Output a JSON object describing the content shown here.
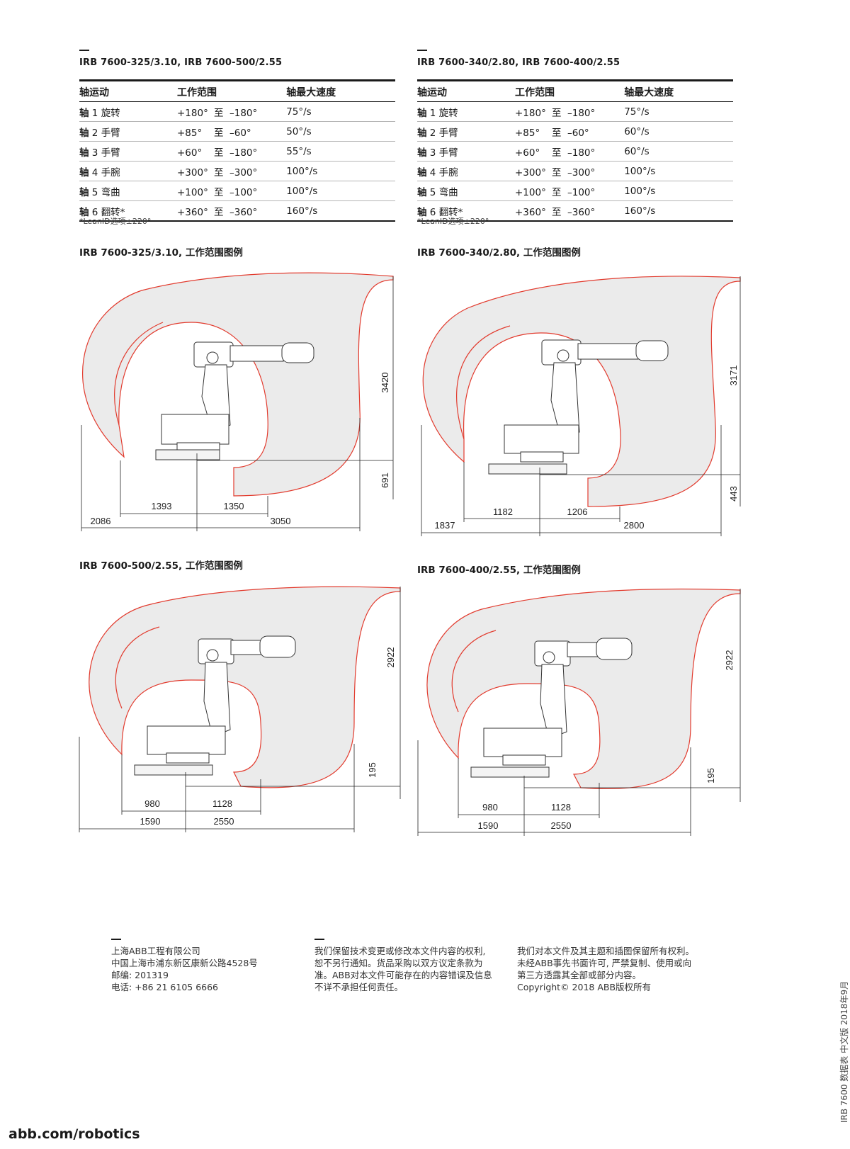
{
  "spec_tables": [
    {
      "title": "IRB 7600-325/3.10, IRB 7600-500/2.55",
      "headers": [
        "轴运动",
        "工作范围",
        "轴最大速度"
      ],
      "rows": [
        {
          "axis": "轴",
          "num": "1",
          "name": "旋转",
          "r1": "+180°",
          "to": "至",
          "r2": "–180°",
          "speed": "75°/s"
        },
        {
          "axis": "轴",
          "num": "2",
          "name": "手臂",
          "r1": "+85°",
          "to": "至",
          "r2": "–60°",
          "speed": "50°/s"
        },
        {
          "axis": "轴",
          "num": "3",
          "name": "手臂",
          "r1": "+60°",
          "to": "至",
          "r2": "–180°",
          "speed": "55°/s"
        },
        {
          "axis": "轴",
          "num": "4",
          "name": "手腕",
          "r1": "+300°",
          "to": "至",
          "r2": "–300°",
          "speed": "100°/s"
        },
        {
          "axis": "轴",
          "num": "5",
          "name": "弯曲",
          "r1": "+100°",
          "to": "至",
          "r2": "–100°",
          "speed": "100°/s"
        },
        {
          "axis": "轴",
          "num": "6",
          "name": "翻转*",
          "r1": "+360°",
          "to": "至",
          "r2": "–360°",
          "speed": "160°/s"
        }
      ],
      "note": "*LeanID选项±220°"
    },
    {
      "title": "IRB 7600-340/2.80, IRB 7600-400/2.55",
      "headers": [
        "轴运动",
        "工作范围",
        "轴最大速度"
      ],
      "rows": [
        {
          "axis": "轴",
          "num": "1",
          "name": "旋转",
          "r1": "+180°",
          "to": "至",
          "r2": "–180°",
          "speed": "75°/s"
        },
        {
          "axis": "轴",
          "num": "2",
          "name": "手臂",
          "r1": "+85°",
          "to": "至",
          "r2": "–60°",
          "speed": "60°/s"
        },
        {
          "axis": "轴",
          "num": "3",
          "name": "手臂",
          "r1": "+60°",
          "to": "至",
          "r2": "–180°",
          "speed": "60°/s"
        },
        {
          "axis": "轴",
          "num": "4",
          "name": "手腕",
          "r1": "+300°",
          "to": "至",
          "r2": "–300°",
          "speed": "100°/s"
        },
        {
          "axis": "轴",
          "num": "5",
          "name": "弯曲",
          "r1": "+100°",
          "to": "至",
          "r2": "–100°",
          "speed": "100°/s"
        },
        {
          "axis": "轴",
          "num": "6",
          "name": "翻转*",
          "r1": "+360°",
          "to": "至",
          "r2": "–360°",
          "speed": "160°/s"
        }
      ],
      "note": "*LeanID选项±220°"
    }
  ],
  "diagrams": [
    {
      "title": "IRB 7600-325/3.10, 工作范围图例",
      "height": "3420",
      "base": "691",
      "inner_left": "1393",
      "inner_right": "1350",
      "outer_left": "2086",
      "outer_right": "3050"
    },
    {
      "title": "IRB 7600-340/2.80, 工作范围图例",
      "height": "3171",
      "base": "443",
      "inner_left": "1182",
      "inner_right": "1206",
      "outer_left": "1837",
      "outer_right": "2800"
    },
    {
      "title": "IRB 7600-500/2.55, 工作范围图例",
      "height": "2922",
      "base": "195",
      "inner_left": "980",
      "inner_right": "1128",
      "outer_left": "1590",
      "outer_right": "2550"
    },
    {
      "title": "IRB 7600-400/2.55, 工作范围图例",
      "height": "2922",
      "base": "195",
      "inner_left": "980",
      "inner_right": "1128",
      "outer_left": "1590",
      "outer_right": "2550"
    }
  ],
  "colors": {
    "envelope_stroke": "#e23b2e",
    "envelope_fill": "#ebebeb",
    "robot": "#333333"
  },
  "footer": {
    "company": [
      "上海ABB工程有限公司",
      "中国上海市浦东新区康新公路4528号",
      "邮编: 201319",
      "电话: +86 21 6105 6666"
    ],
    "disclaimer": [
      "我们保留技术变更或修改本文件内容的权利,",
      "恕不另行通知。货品采购以双方议定条款为",
      "准。ABB对本文件可能存在的内容错误及信息",
      "不详不承担任何责任。"
    ],
    "copyright": [
      "我们对本文件及其主题和插图保留所有权利。",
      "未经ABB事先书面许可, 严禁复制、使用或向",
      "第三方透露其全部或部分内容。",
      "Copyright© 2018 ABB版权所有"
    ],
    "site": "abb.com/robotics",
    "side_label": "IRB 7600  数据表  中文版  2018年9月"
  }
}
